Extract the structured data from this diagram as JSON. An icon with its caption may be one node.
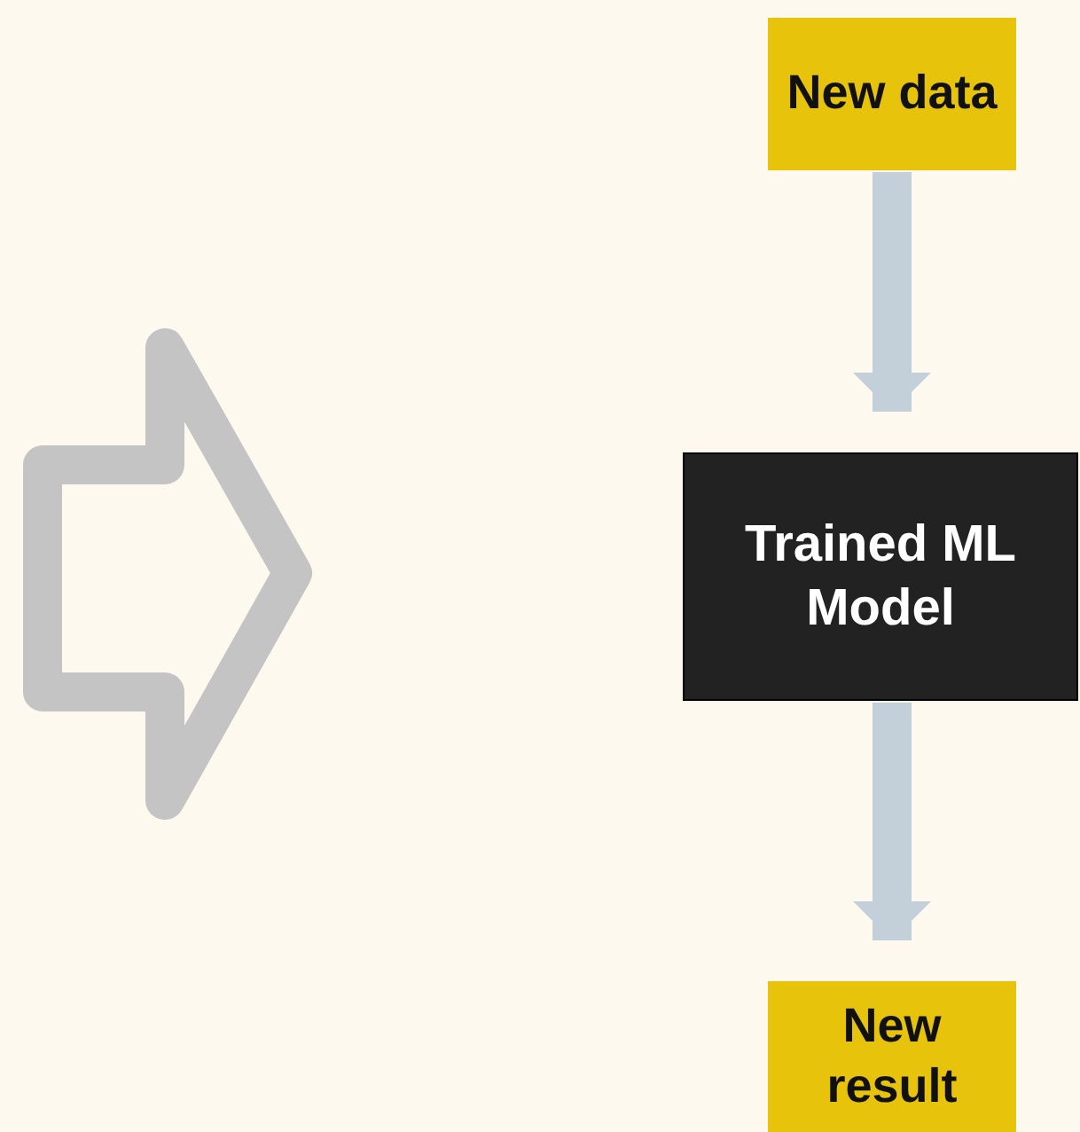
{
  "diagram": {
    "nodes": [
      {
        "text": [
          "New data"
        ]
      },
      {
        "text": [
          "Trained ML Model"
        ]
      },
      {
        "text": [
          "New result"
        ]
      }
    ],
    "edges": [
      {
        "from": 0,
        "to": 1,
        "arrow": "to"
      },
      {
        "from": 1,
        "to": 2,
        "arrow": "to"
      }
    ]
  }
}
